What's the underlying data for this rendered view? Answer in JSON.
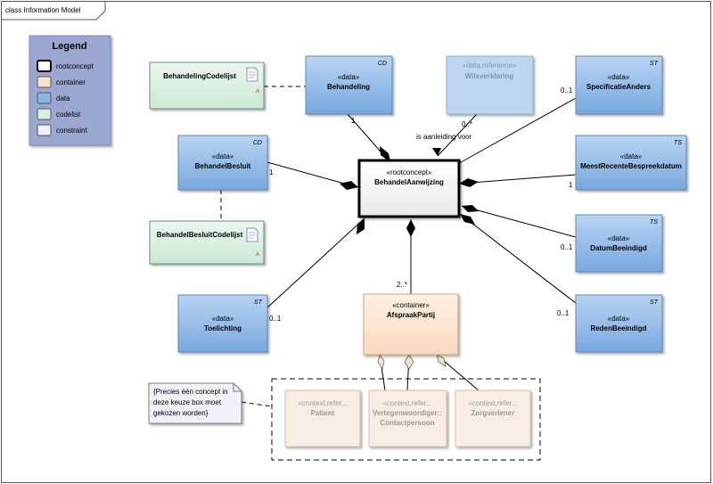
{
  "frame": {
    "title": "class Information Model"
  },
  "legend": {
    "title": "Legend",
    "items": [
      {
        "label": "rootconcept",
        "color": "#ffffff"
      },
      {
        "label": "container",
        "color": "#fbe3cf"
      },
      {
        "label": "data",
        "color": "#8ab6e6"
      },
      {
        "label": "codelist",
        "color": "#d7f0e1"
      },
      {
        "label": "constraint",
        "color": "#f1f0fb"
      }
    ]
  },
  "classes": {
    "behandeling": {
      "stereotype": "«data»",
      "name": "Behandeling",
      "type": "CD"
    },
    "wilsverklaring": {
      "stereotype": "«data,reference»",
      "name": "Wilsverklaring"
    },
    "specificatie": {
      "stereotype": "«data»",
      "name": "SpecificatieAnders",
      "type": "ST"
    },
    "besluit": {
      "stereotype": "«data»",
      "name": "BehandelBesluit",
      "type": "CD"
    },
    "root": {
      "stereotype": "«rootconcept»",
      "name": "BehandelAanwijzing"
    },
    "meest": {
      "stereotype": "«data»",
      "name": "MeestRecenteBespreekdatum",
      "type": "TS"
    },
    "datum": {
      "stereotype": "«data»",
      "name": "DatumBeeindigd",
      "type": "TS"
    },
    "toelichting": {
      "stereotype": "«data»",
      "name": "Toelichting",
      "type": "ST"
    },
    "afspraak": {
      "stereotype": "«container»",
      "name": "AfspraakPartij"
    },
    "reden": {
      "stereotype": "«data»",
      "name": "RedenBeeindigd",
      "type": "ST"
    },
    "patient": {
      "stereotype": "«context,refer...",
      "name": "Patient"
    },
    "vertegen": {
      "stereotype": "«context,refer...",
      "name": "Vertegenwoordiger::",
      "name2": "Contactpersoon"
    },
    "zorgverlener": {
      "stereotype": "«context,refer...",
      "name": "Zorgverlener"
    }
  },
  "codelists": {
    "behandeling": {
      "name": "BehandelingCodelijst"
    },
    "besluit": {
      "name": "BehandelBesluitCodelijst"
    }
  },
  "multiplicities": {
    "behandeling": "1",
    "wilsverklaring": "0..*",
    "specificatie": "0..1",
    "besluit": "1",
    "meest": "1",
    "datum": "0..1",
    "toelichting": "0..1",
    "afspraak": "2..*",
    "reden": "0..1"
  },
  "association_label": "is aanleiding voor",
  "note": {
    "lines": [
      "{Precies één concept in",
      "deze keuze box moet",
      "gekozen worden}"
    ]
  },
  "colors": {
    "data": "#8ab6e6",
    "data_border": "#5f87b5",
    "reference": "#b9d4f0",
    "container": "#fbe3cf",
    "context": "#f7ece2",
    "codelist": "#d7f0e1",
    "note": "#f1f0fb",
    "legend_bg": "#9aa7d0"
  }
}
